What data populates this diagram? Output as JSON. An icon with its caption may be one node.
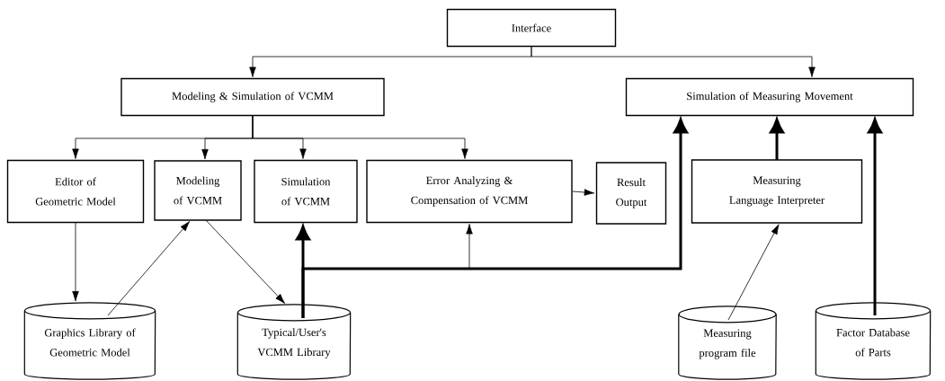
{
  "diagram": {
    "nodes": [
      {
        "text": [
          "Interface"
        ]
      },
      {
        "text": [
          "Modeling & Simulation of VCMM"
        ]
      },
      {
        "text": [
          "Simulation of Measuring Movement"
        ]
      },
      {
        "text": [
          "Editor of Geometric Model"
        ]
      },
      {
        "text": [
          "Modeling of VCMM"
        ]
      },
      {
        "text": [
          "Simulation of VCMM"
        ]
      },
      {
        "text": [
          "Error Analyzing & Compensation of VCMM"
        ]
      },
      {
        "text": [
          "Result Output"
        ]
      },
      {
        "text": [
          "Measuring Language Interpreter"
        ]
      },
      {
        "text": [
          "Graphics Library of Geometric Model"
        ]
      },
      {
        "text": [
          "Typical/User's VCMM Library"
        ]
      },
      {
        "text": [
          "Measuring program file"
        ]
      },
      {
        "text": [
          "Factor Database of Parts"
        ]
      }
    ],
    "edges": [
      {
        "from": 0,
        "to": 1,
        "arrow": "to"
      },
      {
        "from": 0,
        "to": 2,
        "arrow": "to"
      },
      {
        "from": 1,
        "to": 3,
        "arrow": "to"
      },
      {
        "from": 1,
        "to": 4,
        "arrow": "to"
      },
      {
        "from": 1,
        "to": 5,
        "arrow": "to"
      },
      {
        "from": 1,
        "to": 6,
        "arrow": "to"
      },
      {
        "from": 6,
        "to": 7,
        "arrow": "to"
      },
      {
        "from": 3,
        "to": 9,
        "arrow": "to"
      },
      {
        "from": 9,
        "to": 4,
        "arrow": "to"
      },
      {
        "from": 4,
        "to": 10,
        "arrow": "to"
      },
      {
        "from": 10,
        "to": 5,
        "arrow": "to",
        "style": "thick"
      },
      {
        "from": 10,
        "to": 6,
        "arrow": "to"
      },
      {
        "from": 10,
        "to": 2,
        "arrow": "to",
        "style": "thick"
      },
      {
        "from": 11,
        "to": 8,
        "arrow": "to"
      },
      {
        "from": 8,
        "to": 2,
        "arrow": "to",
        "style": "thick"
      },
      {
        "from": 12,
        "to": 2,
        "arrow": "to",
        "style": "thick"
      }
    ]
  }
}
